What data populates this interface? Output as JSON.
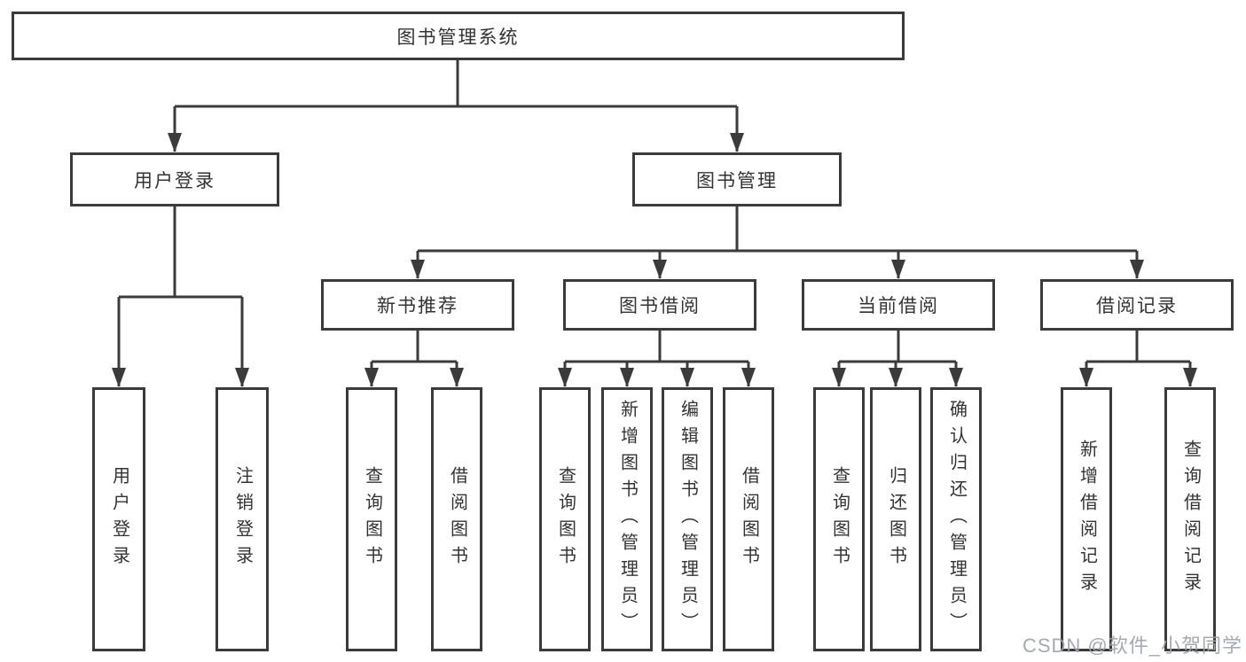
{
  "tree": {
    "root": "图书管理系统",
    "children": [
      {
        "label": "用户登录",
        "children": [
          "用户登录",
          "注销登录"
        ]
      },
      {
        "label": "图书管理",
        "children": [
          {
            "label": "新书推荐",
            "children": [
              "查询图书",
              "借阅图书"
            ]
          },
          {
            "label": "图书借阅",
            "children": [
              "查询图书",
              "新增图书（管理员）",
              "编辑图书（管理员）",
              "借阅图书"
            ]
          },
          {
            "label": "当前借阅",
            "children": [
              "查询图书",
              "归还图书",
              "确认归还（管理员）"
            ]
          },
          {
            "label": "借阅记录",
            "children": [
              "新增借阅记录",
              "查询借阅记录"
            ]
          }
        ]
      }
    ]
  },
  "watermark": {
    "text": "CSDN @软件_小贺同学"
  },
  "colors": {
    "line": "#3b3b3b",
    "text": "#333333",
    "background": "#ffffff",
    "watermark": "#9ea2aa"
  }
}
